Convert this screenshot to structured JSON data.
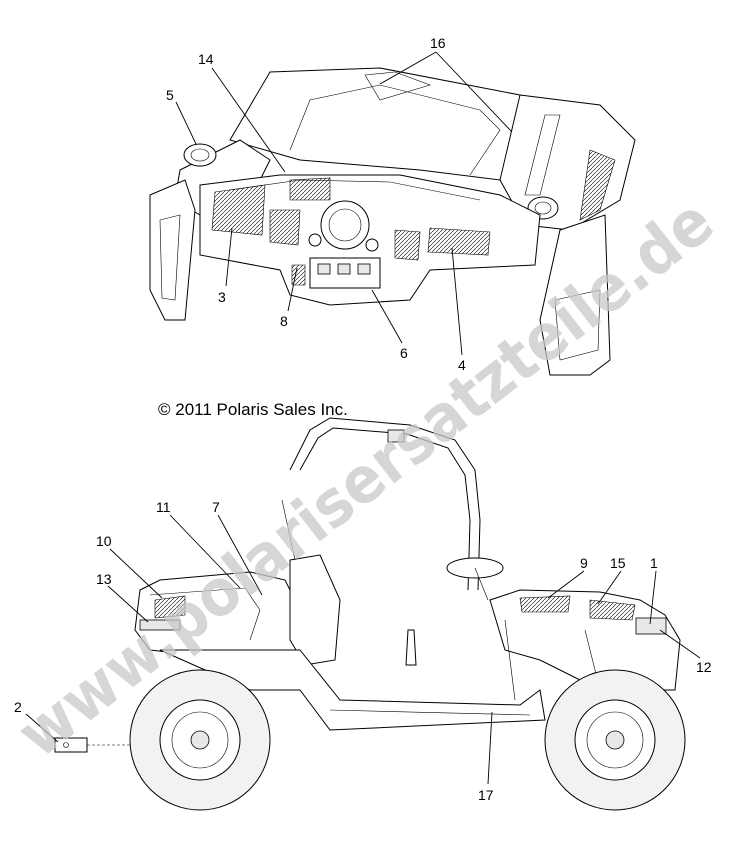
{
  "copyright": "© 2011 Polaris Sales Inc.",
  "watermark": "www.polarisersatzteile.de",
  "top_callouts": [
    "16",
    "14",
    "5",
    "3",
    "8",
    "6",
    "4"
  ],
  "bottom_callouts": [
    "11",
    "7",
    "10",
    "13",
    "9",
    "15",
    "1",
    "12",
    "2",
    "17"
  ],
  "colors": {
    "line": "#000000",
    "watermark": "#c8c8c8",
    "background": "#ffffff"
  }
}
